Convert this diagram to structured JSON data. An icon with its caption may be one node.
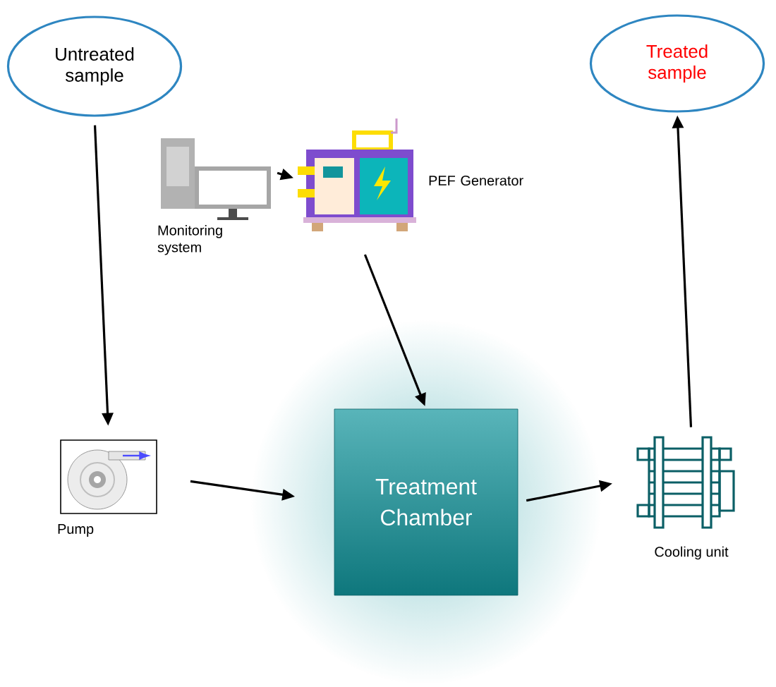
{
  "diagram": {
    "nodes": [
      {
        "text": [
          "Untreated sample"
        ]
      },
      {
        "text": [
          "Treated sample"
        ]
      },
      {
        "text": [
          "Monitoring system"
        ]
      },
      {
        "text": [
          "PEF Generator"
        ]
      },
      {
        "text": [
          "Pump"
        ]
      },
      {
        "text": [
          "Treatment Chamber"
        ]
      },
      {
        "text": [
          "Cooling unit"
        ]
      }
    ],
    "edges": [
      {
        "from": 0,
        "to": 4,
        "arrow": "to"
      },
      {
        "from": 2,
        "to": 3,
        "arrow": "to"
      },
      {
        "from": 3,
        "to": 5,
        "arrow": "to"
      },
      {
        "from": 4,
        "to": 5,
        "arrow": "to"
      },
      {
        "from": 5,
        "to": 6,
        "arrow": "to"
      },
      {
        "from": 6,
        "to": 1,
        "arrow": "to"
      }
    ]
  }
}
